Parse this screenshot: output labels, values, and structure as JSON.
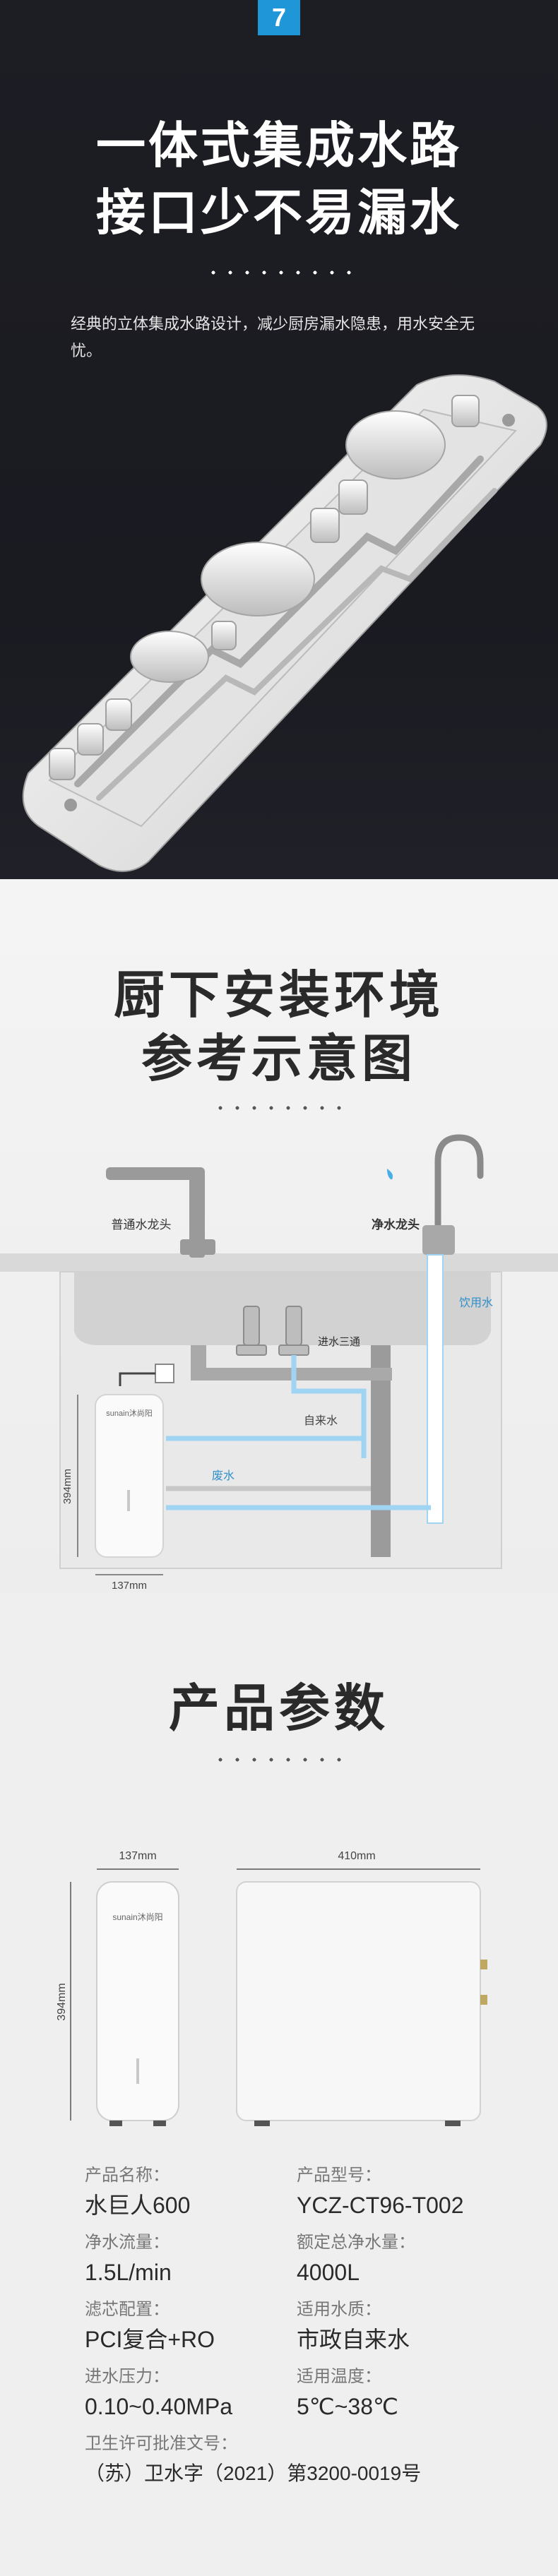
{
  "hero": {
    "badge": "7",
    "title_line1": "一体式集成水路",
    "title_line2": "接口少不易漏水",
    "description": "经典的立体集成水路设计，减少厨房漏水隐患，用水安全无忧。"
  },
  "install": {
    "title_line1": "厨下安装环境",
    "title_line2": "参考示意图",
    "labels": {
      "normal_faucet": "普通水龙头",
      "pure_faucet": "净水龙头",
      "drinking_water": "饮用水",
      "inlet_tee": "进水三通",
      "tap_water": "自来水",
      "waste_water": "废水",
      "device_brand": "sunain沐尚阳",
      "height": "394mm",
      "width": "137mm"
    }
  },
  "params": {
    "title": "产品参数",
    "dims": {
      "width_front": "137mm",
      "width_side": "410mm",
      "height": "394mm",
      "device_brand": "sunain沐尚阳"
    },
    "specs": [
      {
        "key": "产品名称：",
        "value": "水巨人600"
      },
      {
        "key": "产品型号：",
        "value": "YCZ-CT96-T002"
      },
      {
        "key": "净水流量：",
        "value": "1.5L/min"
      },
      {
        "key": "额定总净水量：",
        "value": "4000L"
      },
      {
        "key": "滤芯配置：",
        "value": "PCI复合+RO"
      },
      {
        "key": "适用水质：",
        "value": "市政自来水"
      },
      {
        "key": "进水压力：",
        "value": "0.10~0.40MPa"
      },
      {
        "key": "适用温度：",
        "value": "5℃~38℃"
      }
    ],
    "license": {
      "key": "卫生许可批准文号：",
      "value": "（苏）卫水字（2021）第3200-0019号"
    }
  },
  "colors": {
    "accent": "#1e96d8",
    "dark_bg": "#1c1c22",
    "water_line": "#9fd4f2"
  }
}
